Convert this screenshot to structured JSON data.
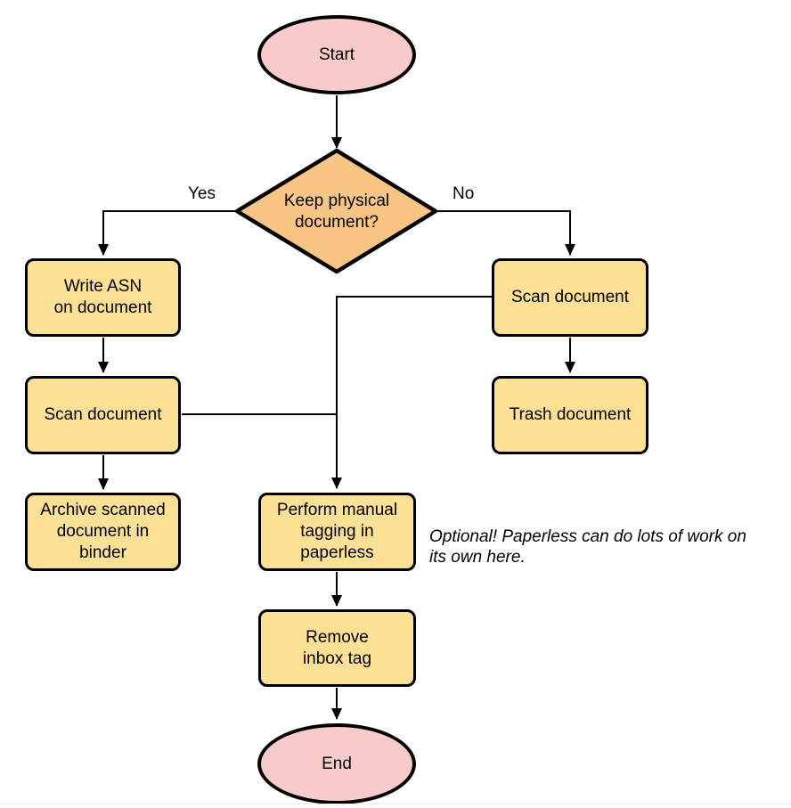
{
  "diagram": {
    "nodes": {
      "start": {
        "label": "Start",
        "type": "terminator"
      },
      "decision_keep_physical": {
        "label": "Keep physical\ndocument?",
        "type": "decision"
      },
      "write_asn": {
        "label": "Write ASN\non document",
        "type": "process"
      },
      "scan_document_left": {
        "label": "Scan document",
        "type": "process"
      },
      "archive_binder": {
        "label": "Archive scanned\ndocument in\nbinder",
        "type": "process"
      },
      "scan_document_right": {
        "label": "Scan document",
        "type": "process"
      },
      "trash_document": {
        "label": "Trash document",
        "type": "process"
      },
      "perform_tagging": {
        "label": "Perform manual\ntagging in\npaperless",
        "type": "process"
      },
      "remove_inbox_tag": {
        "label": "Remove\ninbox tag",
        "type": "process"
      },
      "end": {
        "label": "End",
        "type": "terminator"
      }
    },
    "edge_labels": {
      "yes": "Yes",
      "no": "No"
    },
    "note": "Optional! Paperless can do lots of work on\nits own here.",
    "colors": {
      "terminator_fill": "#F8CBCA",
      "decision_fill": "#F9C585",
      "process_fill": "#FBE096",
      "stroke": "#000000",
      "background": "#FFFFFF"
    }
  }
}
